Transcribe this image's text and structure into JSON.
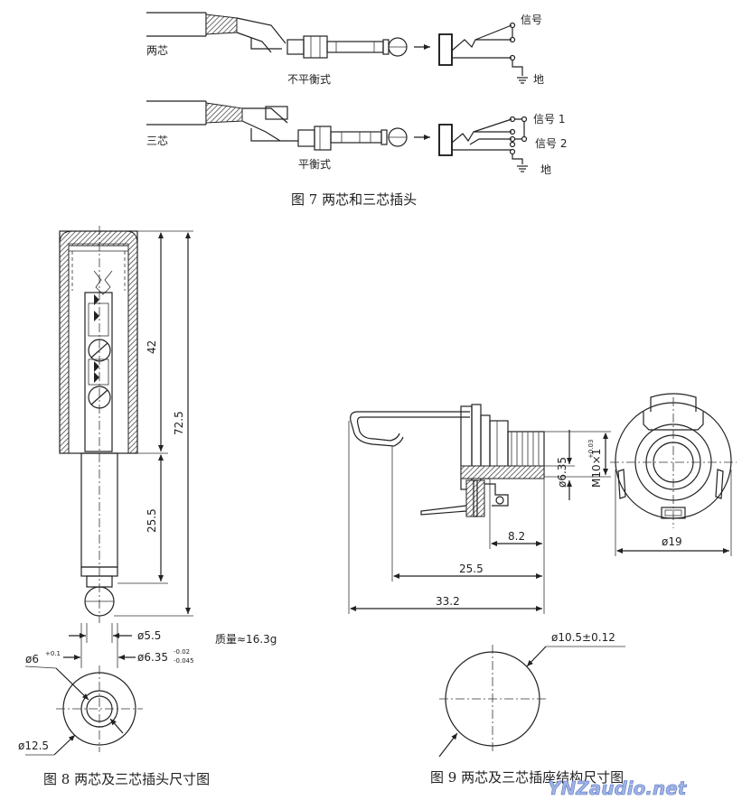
{
  "fig7": {
    "caption": "图 7  两芯和三芯插头",
    "two_core_label": "两芯",
    "three_core_label": "三芯",
    "unbalanced_label": "不平衡式",
    "balanced_label": "平衡式",
    "signal_label": "信号",
    "ground_label": "地",
    "signal1_label": "信号 1",
    "signal2_label": "信号 2",
    "ground2_label": "地"
  },
  "fig8": {
    "caption": "图 8  两芯及三芯插头尺寸图",
    "dim_42": "42",
    "dim_72_5": "72.5",
    "dim_25_5": "25.5",
    "dim_d5_5": "ø5.5",
    "dim_d6_35": "ø6.35",
    "dim_d6_35_tol_upper": "-0.02",
    "dim_d6_35_tol_lower": "-0.045",
    "mass": "质量≈16.3g",
    "dim_d6": "ø6",
    "dim_d6_tol": "+0.1",
    "dim_d12_5": "ø12.5"
  },
  "fig9": {
    "caption": "图 9  两芯及三芯插座结构尺寸图",
    "dim_d6_35": "ø6.35",
    "dim_d6_35_tol": "+0.03",
    "dim_m10": "M10×1",
    "dim_8_2": "8.2",
    "dim_25_5": "25.5",
    "dim_33_2": "33.2",
    "dim_d19": "ø19",
    "dim_d10_5": "ø10.5±0.12"
  },
  "watermark": "YNZaudio.net"
}
